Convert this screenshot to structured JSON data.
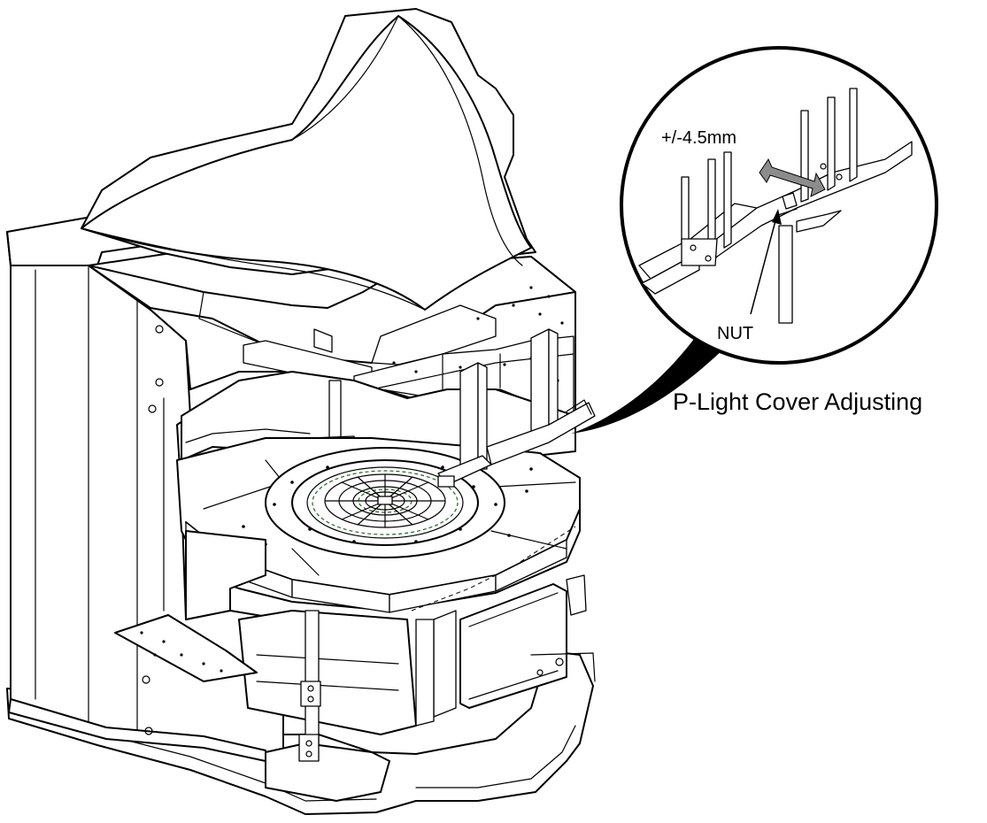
{
  "labels": {
    "tolerance": "+/-4.5mm",
    "nut": "NUT",
    "caption": "P-Light Cover Adjusting"
  },
  "colors": {
    "line": "#000000",
    "background": "#ffffff",
    "arrow_gray": "#8c8c8c",
    "circuit_green": "#1a6b1a"
  }
}
